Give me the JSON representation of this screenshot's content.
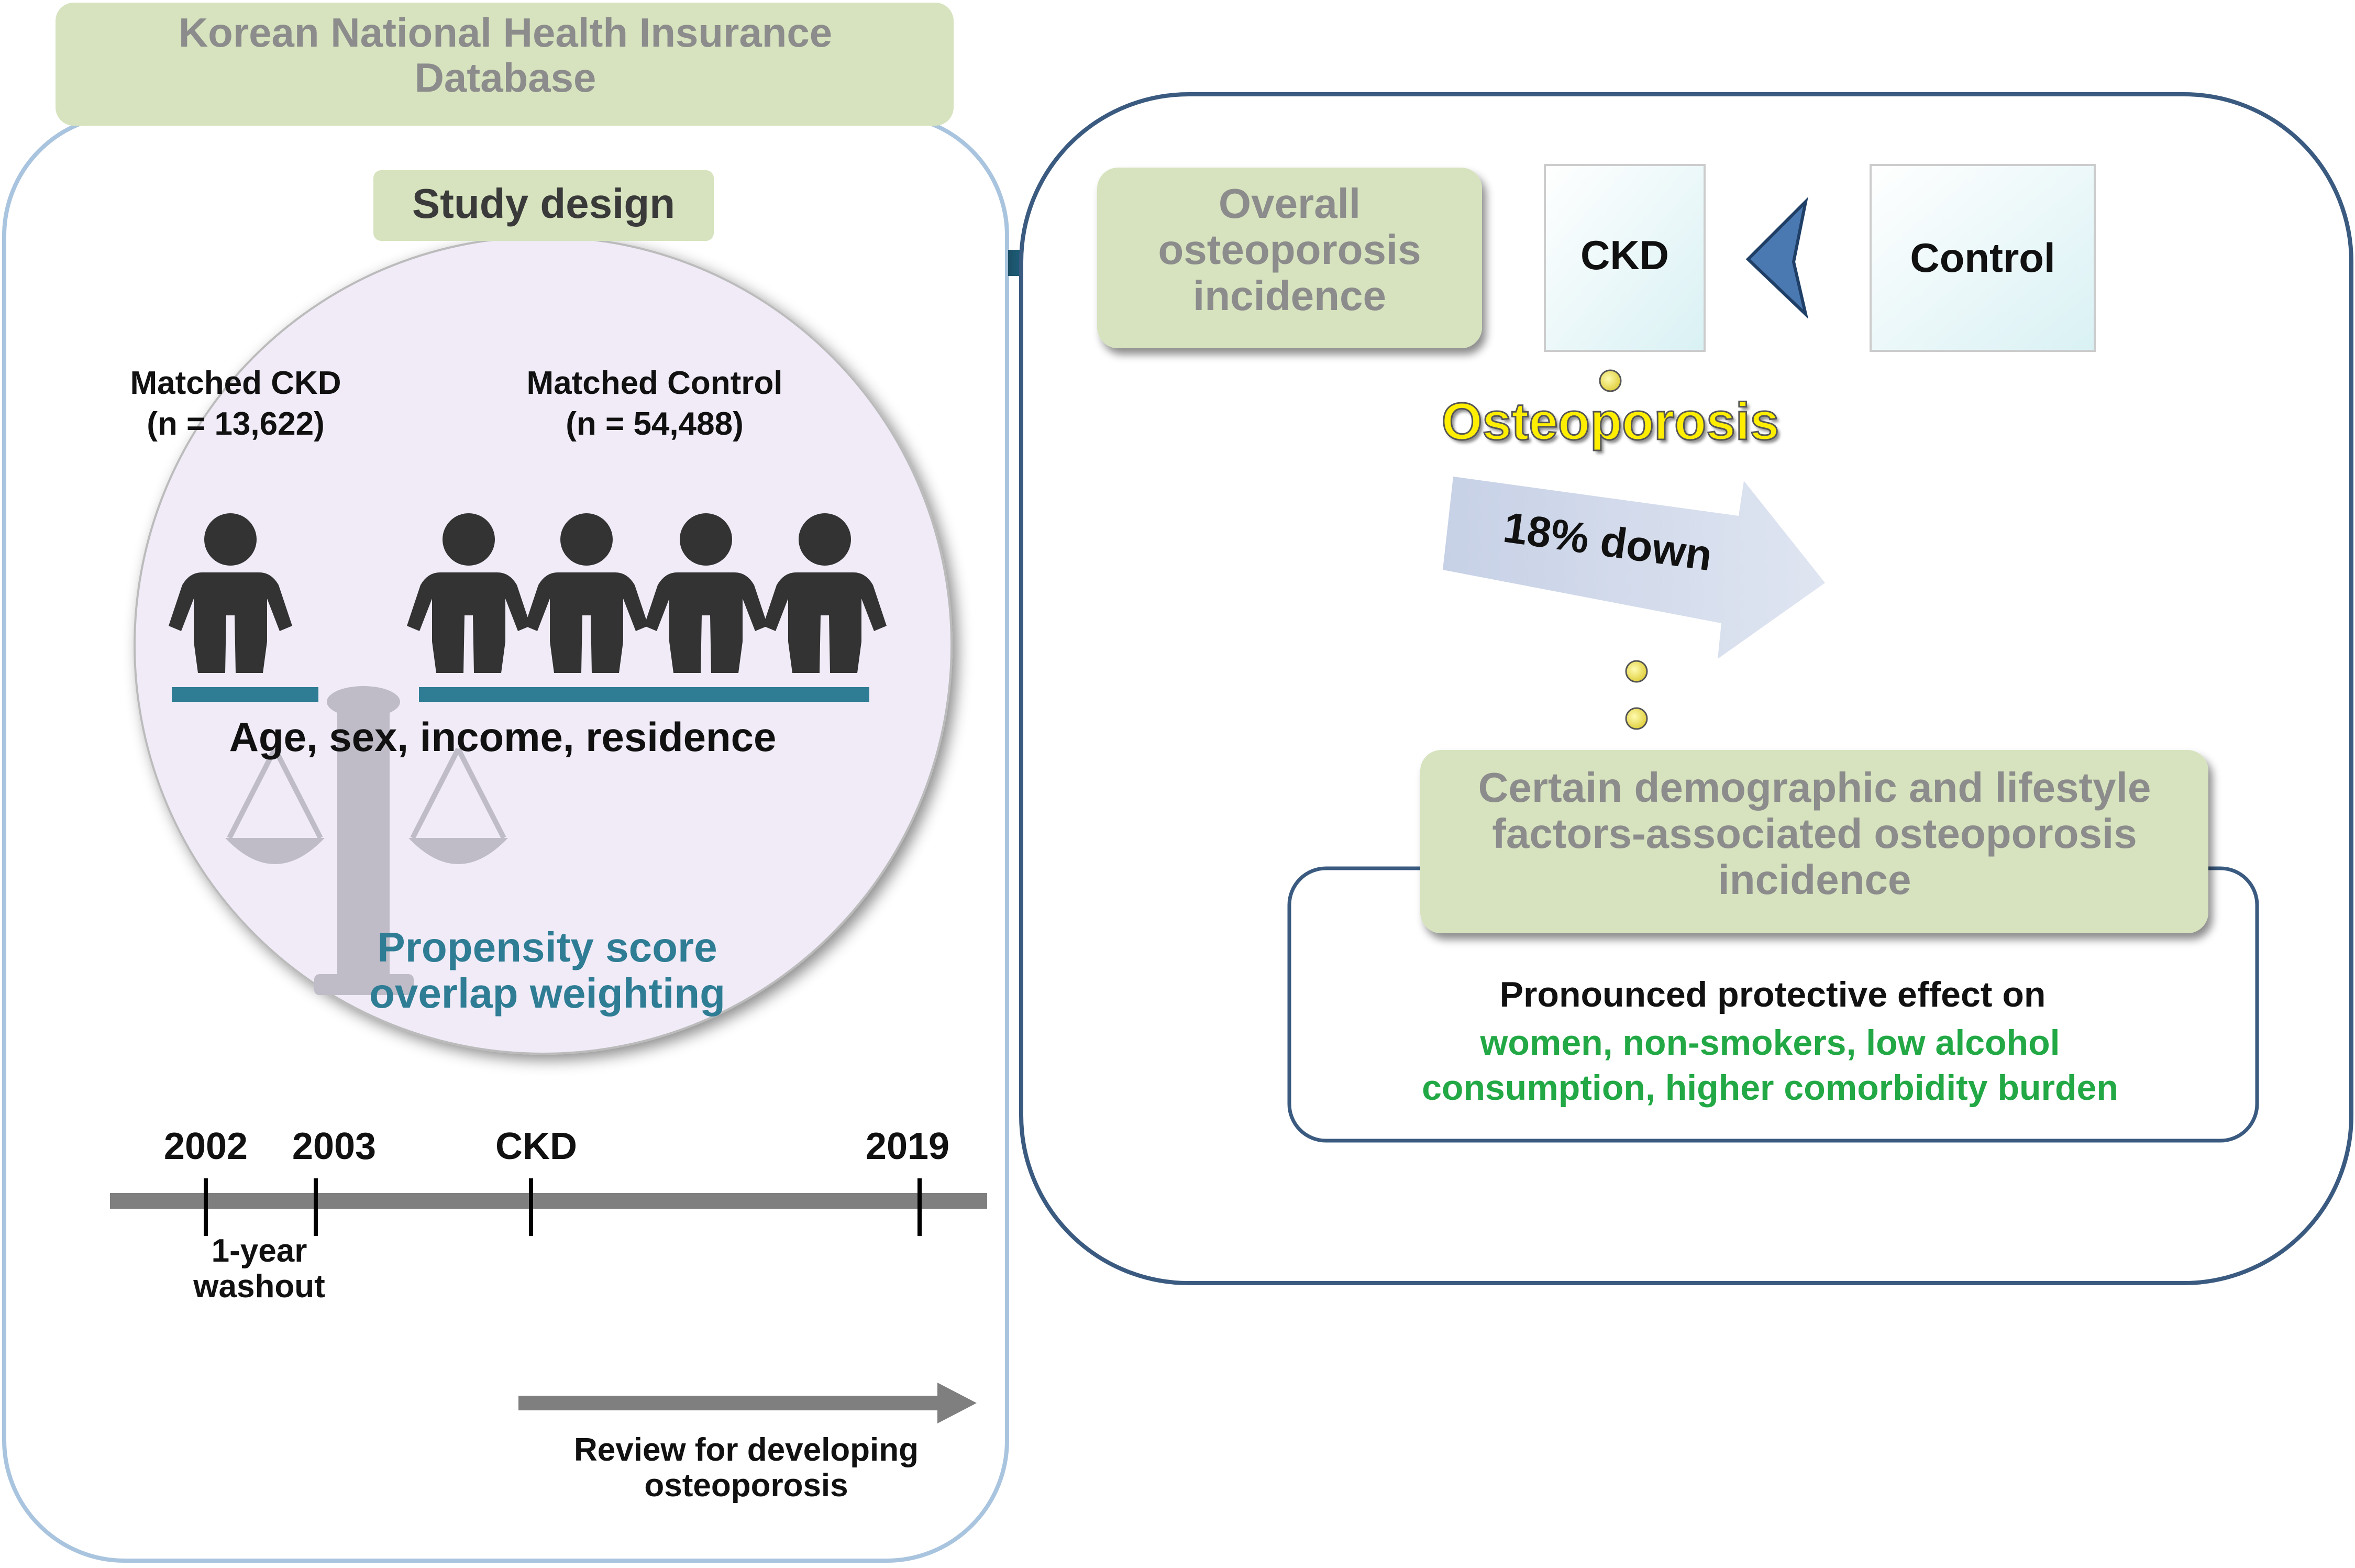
{
  "left_panel": {
    "header": "Korean National Health Insurance Database",
    "study_design_label": "Study design",
    "matched_ckd": {
      "label": "Matched CKD",
      "n": "(n = 13,622)"
    },
    "matched_control": {
      "label": "Matched Control",
      "n": "(n = 54,488)"
    },
    "matching_factors": "Age, sex, income, residence",
    "weighting": "Propensity score overlap weighting",
    "timeline": {
      "years": [
        "2002",
        "2003",
        "CKD",
        "2019"
      ],
      "washout": "1-year washout",
      "review": "Review for developing osteoporosis"
    }
  },
  "right_panel": {
    "outcome_box": "Overall osteoporosis incidence",
    "ckd_label": "CKD",
    "control_label": "Control",
    "osteoporosis_label": "Osteoporosis",
    "reduction": "18% down",
    "factors_box": "Certain demographic and lifestyle factors-associated osteoporosis incidence",
    "effect_title": "Pronounced protective effect on",
    "effect_groups": "women, non-smokers, low alcohol consumption, higher comorbidity burden"
  },
  "colors": {
    "panel_border": "#a9c4de",
    "right_border": "#3a5a80",
    "green_box": "#d6e3be",
    "circle_fill": "#f0ebf7",
    "teal": "#2e7d94",
    "people": "#333333",
    "arrow_blue": "#4a78b0",
    "green_text": "#22a845",
    "yellow": "#ffee00"
  }
}
